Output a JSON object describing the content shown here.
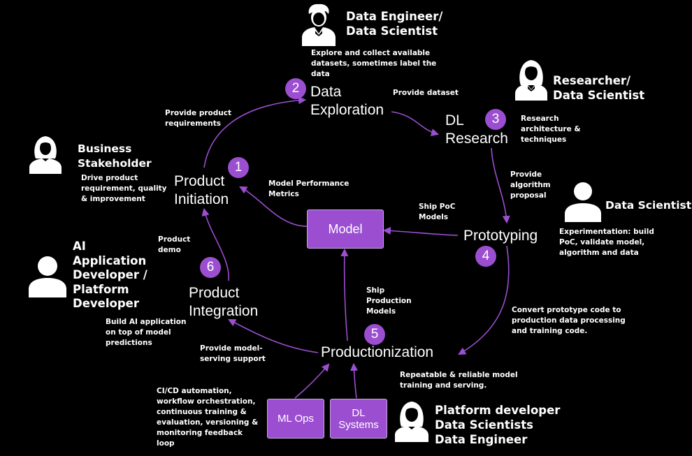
{
  "colors": {
    "background": "#000000",
    "accent": "#9b4fd0",
    "text": "#ffffff"
  },
  "stages": {
    "data_exploration": {
      "number": "2",
      "line1": "Data",
      "line2": "Exploration"
    },
    "dl_research": {
      "number": "3",
      "line1": "DL",
      "line2": "Research"
    },
    "product_initiation": {
      "number": "1",
      "line1": "Product",
      "line2": "Initiation"
    },
    "prototyping": {
      "number": "4",
      "line1": "Prototyping"
    },
    "product_integration": {
      "number": "6",
      "line1": "Product",
      "line2": "Integration"
    },
    "productionization": {
      "number": "5",
      "line1": "Productionization"
    }
  },
  "boxes": {
    "model": "Model",
    "ml_ops": "ML Ops",
    "dl_systems_line1": "DL",
    "dl_systems_line2": "Systems"
  },
  "roles": {
    "data_engineer": {
      "line1": "Data Engineer/",
      "line2": "Data Scientist",
      "desc": [
        "Explore and collect available",
        "datasets, sometimes label the",
        "data"
      ],
      "icon": "male-person-icon"
    },
    "researcher": {
      "line1": "Researcher/",
      "line2": "Data Scientist",
      "desc": [
        "Research",
        "architecture &",
        "techniques"
      ],
      "icon": "female-person-icon"
    },
    "business": {
      "line1": "Business",
      "line2": "Stakeholder",
      "desc": [
        "Drive product",
        "requirement, quality",
        "& improvement"
      ],
      "icon": "female-person-icon"
    },
    "data_scientist": {
      "line1": "Data Scientist",
      "desc": [
        "Experimentation: build",
        "PoC, validate model,",
        "algorithm and data"
      ],
      "icon": "person-icon"
    },
    "app_developer": {
      "line1": "AI",
      "line2": "Application",
      "line3": "Developer /",
      "line4": "Platform",
      "line5": "Developer",
      "desc": [
        "Build AI application",
        "on top of model",
        "predictions"
      ],
      "icon": "person-icon"
    },
    "platform": {
      "line1": "Platform developer",
      "line2": "Data Scientists",
      "line3": "Data Engineer",
      "icon": "female-person-icon"
    }
  },
  "edges": {
    "provide_product_requirements": [
      "Provide product",
      "requirements"
    ],
    "provide_dataset": [
      "Provide dataset"
    ],
    "model_performance_metrics": [
      "Model Performance",
      "Metrics"
    ],
    "provide_algorithm_proposal": [
      "Provide",
      "algorithm",
      "proposal"
    ],
    "ship_poc_models": [
      "Ship PoC",
      "Models"
    ],
    "product_demo": [
      "Product",
      "demo"
    ],
    "ship_production_models": [
      "Ship",
      "Production",
      "Models"
    ],
    "convert_prototype_code": [
      "Convert prototype code to",
      "production data processing",
      "and training code."
    ],
    "provide_model_serving": [
      "Provide model-",
      "serving support"
    ],
    "repeatable_reliable": [
      "Repeatable & reliable model",
      "training and serving."
    ],
    "cicd": [
      "CI/CD automation,",
      "workflow orchestration,",
      "continuous training &",
      "evaluation, versioning &",
      "monitoring feedback",
      "loop"
    ]
  }
}
